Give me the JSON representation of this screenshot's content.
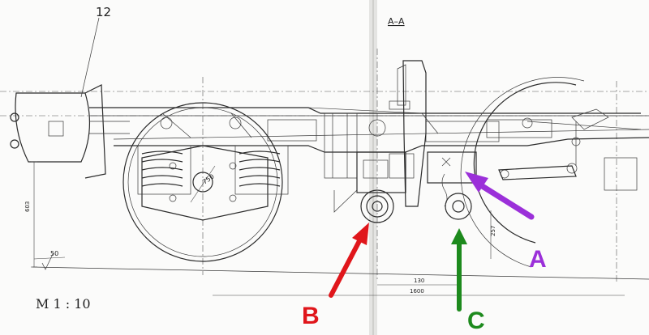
{
  "drawing": {
    "part_number": "12",
    "section_label": "A–A",
    "scale": "M 1 : 10",
    "dim_603": "603",
    "dim_257": "257",
    "dim_130": "130",
    "dim_1600": "1600",
    "dim_50": "50",
    "dim_750": "750"
  },
  "callouts": [
    {
      "id": "A",
      "label": "A",
      "color": "#9b30d9"
    },
    {
      "id": "B",
      "label": "B",
      "color": "#e0161b"
    },
    {
      "id": "C",
      "label": "C",
      "color": "#1d8a1d"
    }
  ]
}
